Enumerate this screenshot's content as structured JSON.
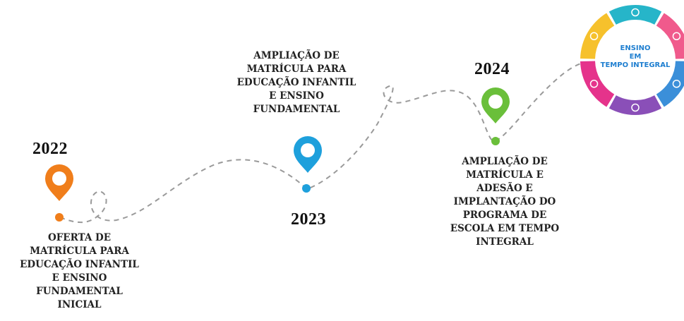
{
  "milestones": [
    {
      "year": "2022",
      "color": "#f07e1b",
      "lines": [
        "OFERTA DE",
        "MATRÍCULA PARA",
        "EDUCAÇÃO INFANTIL",
        "E ENSINO",
        "FUNDAMENTAL",
        "INICIAL"
      ]
    },
    {
      "year": "2023",
      "color": "#1ea0dc",
      "lines": [
        "AMPLIAÇÃO DE",
        "MATRÍCULA PARA",
        "EDUCAÇÃO INFANTIL",
        "E ENSINO",
        "FUNDAMENTAL"
      ]
    },
    {
      "year": "2024",
      "color": "#6abf3a",
      "lines": [
        "AMPLIAÇÃO DE",
        "MATRÍCULA E",
        "ADESÃO E",
        "IMPLANTAÇÃO DO",
        "PROGRAMA DE",
        "ESCOLA EM TEMPO",
        "INTEGRAL"
      ]
    }
  ],
  "badge": {
    "lines": [
      "ENSINO",
      "EM",
      "TEMPO INTEGRAL"
    ],
    "segment_colors": [
      "#26b5c9",
      "#f05a8c",
      "#3b8fd9",
      "#8a4fb8",
      "#e5338b",
      "#f6c12c"
    ]
  }
}
